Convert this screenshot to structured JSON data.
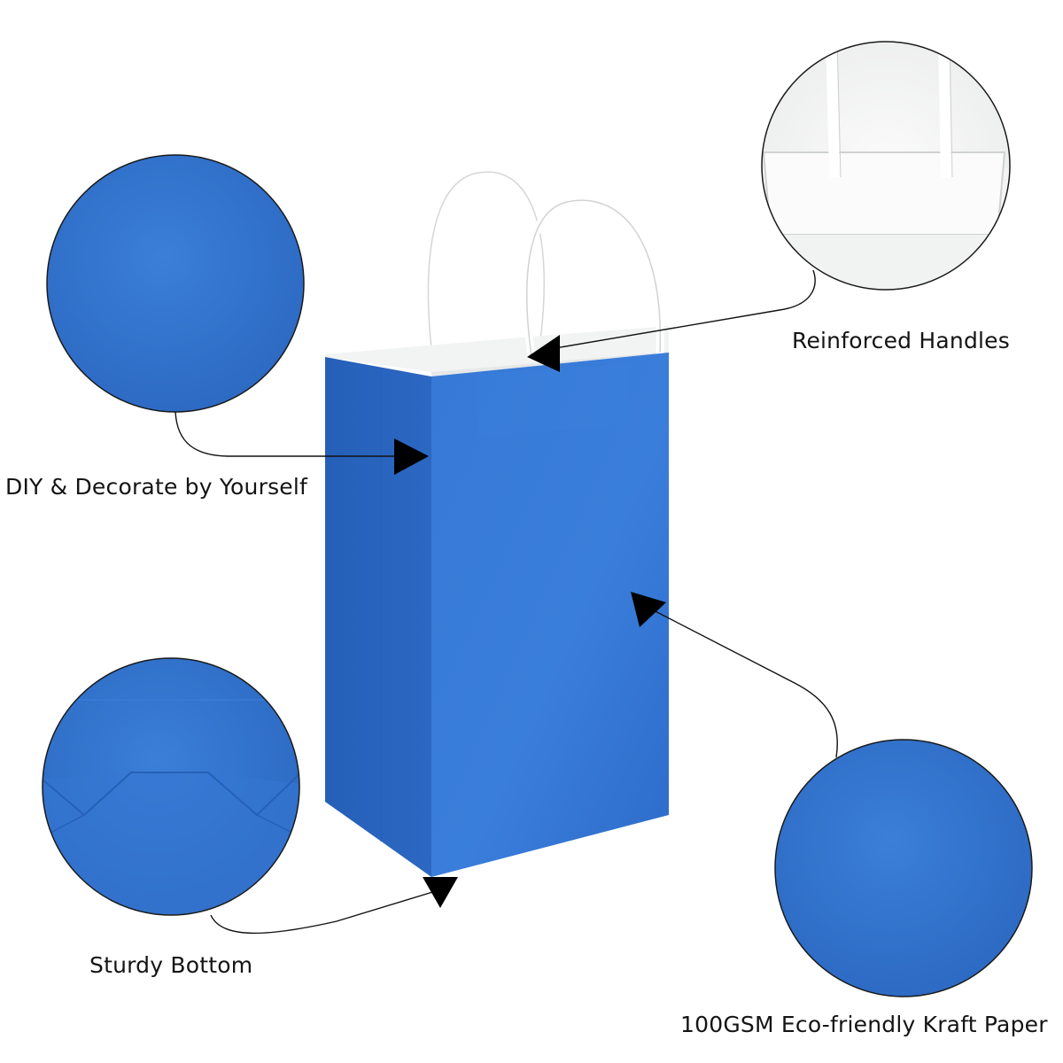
{
  "colors": {
    "bag_blue": "#2f6fcf",
    "bag_blue_dark": "#2a62bd",
    "bag_interior": "#f3f4f4",
    "handle": "#ffffff",
    "arrow": "#000000",
    "background": "#ffffff"
  },
  "callouts": {
    "handles": {
      "label": "Reinforced Handles"
    },
    "diy": {
      "label": "DIY & Decorate by Yourself"
    },
    "bottom": {
      "label": "Sturdy Bottom"
    },
    "paper": {
      "label": "100GSM Eco-friendly Kraft Paper"
    }
  }
}
